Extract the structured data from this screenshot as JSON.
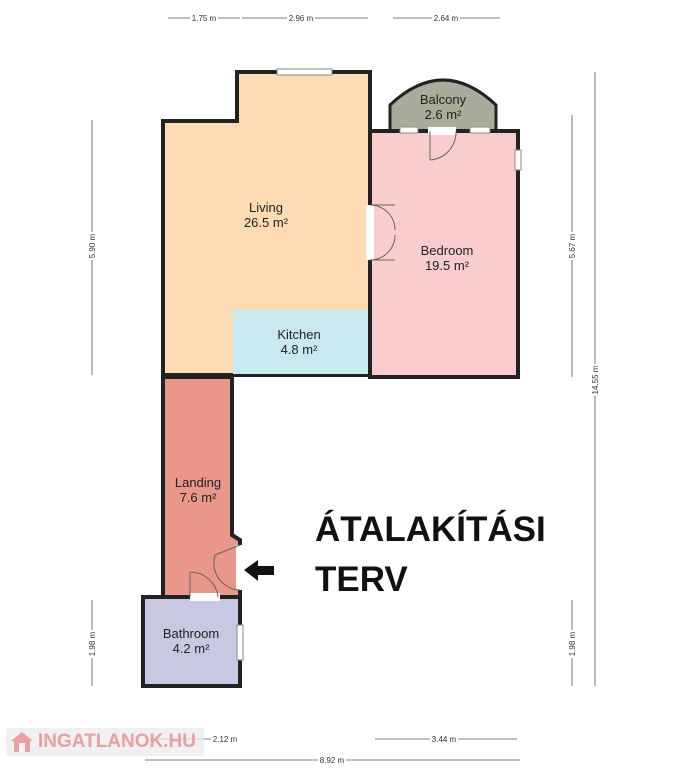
{
  "rooms": {
    "living": {
      "name": "Living",
      "area": "26.5 m²",
      "color": "#fddcb4"
    },
    "kitchen": {
      "name": "Kitchen",
      "area": "4.8 m²",
      "color": "#c8e9ef"
    },
    "bedroom": {
      "name": "Bedroom",
      "area": "19.5 m²",
      "color": "#f9cdcd"
    },
    "balcony": {
      "name": "Balcony",
      "area": "2.6 m²",
      "color": "#a7ac9b"
    },
    "landing": {
      "name": "Landing",
      "area": "7.6 m²",
      "color": "#e8978a"
    },
    "bathroom": {
      "name": "Bathroom",
      "area": "4.2 m²",
      "color": "#c9c8e3"
    }
  },
  "dimensions": {
    "top_1": "1.75 m",
    "top_2": "2.96 m",
    "top_3": "2.64 m",
    "left_1": "5.90 m",
    "left_2": "1.98 m",
    "right_1": "5.67 m",
    "right_2": "1.98 m",
    "right_total": "14.55 m",
    "bottom_1": "2.12 m",
    "bottom_2": "3.44 m",
    "bottom_total": "8.92 m"
  },
  "annotation": {
    "line1": "ÁTALAKÍTÁSI",
    "line2": "TERV"
  },
  "watermark": "INGATLANOK.HU"
}
